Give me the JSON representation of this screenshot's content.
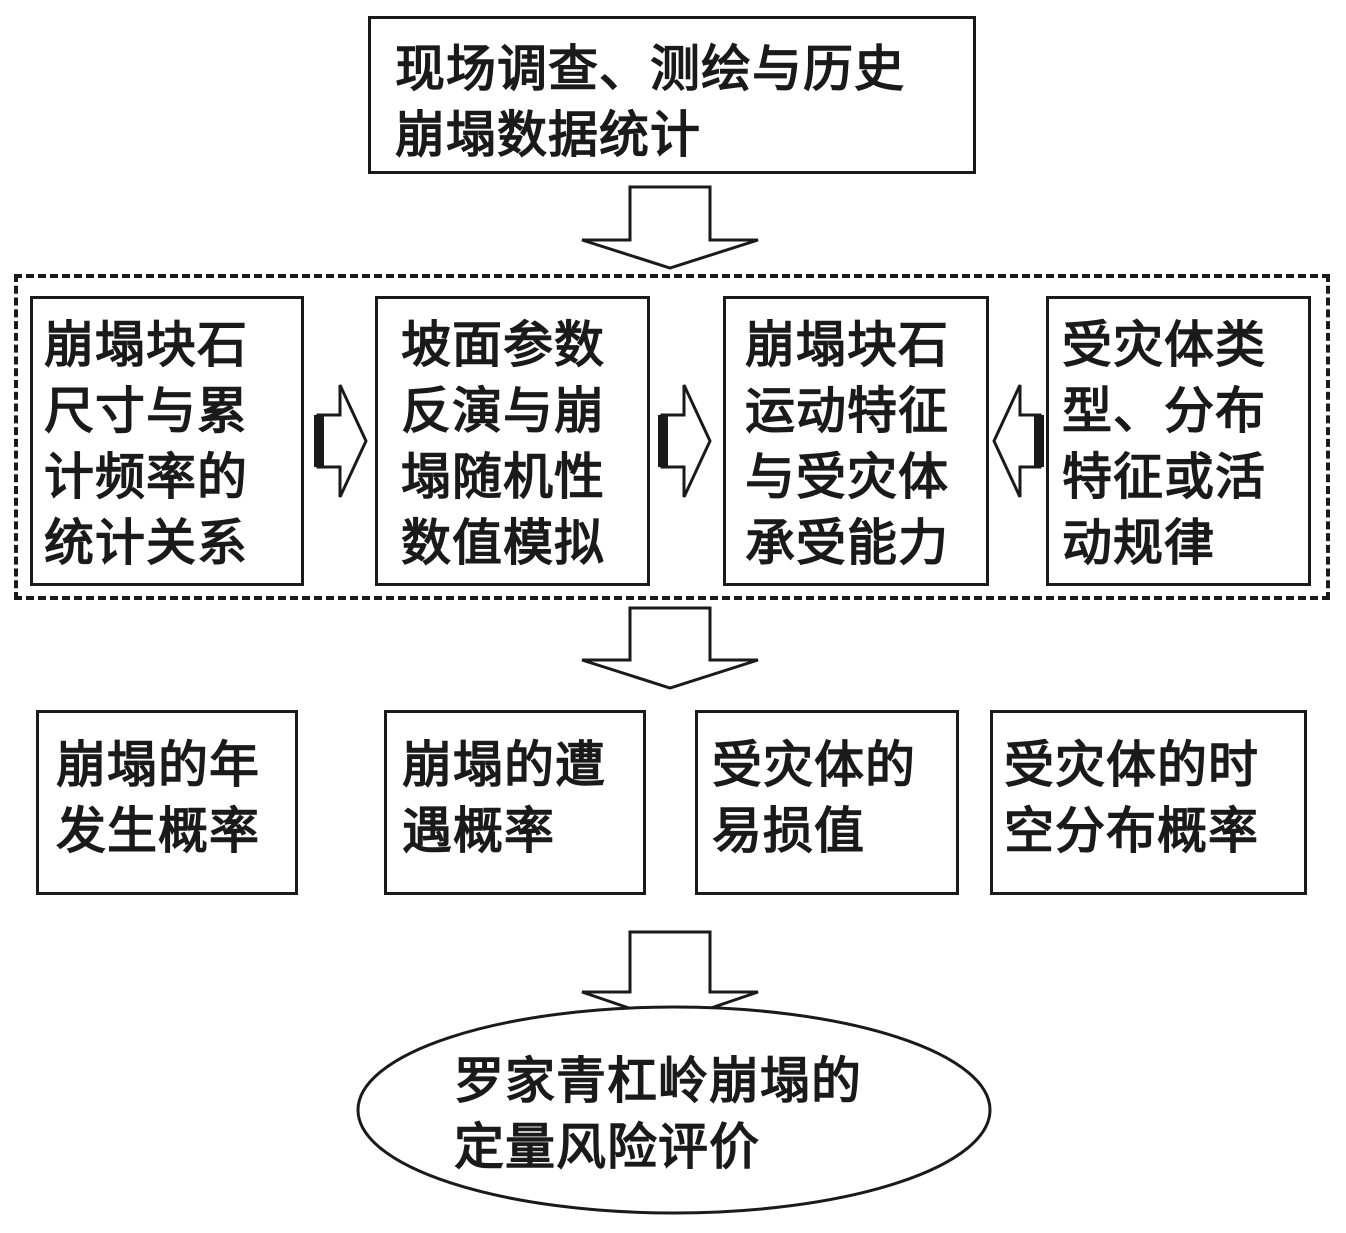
{
  "top_box": {
    "text": "现场调查、测绘与历史\n崩塌数据统计"
  },
  "process_boxes": [
    {
      "text": "崩塌块石\n尺寸与累\n计频率的\n统计关系"
    },
    {
      "text": "坡面参数\n反演与崩\n塌随机性\n数值模拟"
    },
    {
      "text": "崩塌块石\n运动特征\n与受灾体\n承受能力"
    },
    {
      "text": "受灾体类\n型、分布\n特征或活\n动规律"
    }
  ],
  "result_boxes": [
    {
      "text": "崩塌的年\n发生概率"
    },
    {
      "text": "崩塌的遭\n遇概率"
    },
    {
      "text": "受灾体的\n易损值"
    },
    {
      "text": "受灾体的时\n空分布概率"
    }
  ],
  "final_ellipse": {
    "text": "罗家青杠岭崩塌的\n定量风险评价"
  }
}
